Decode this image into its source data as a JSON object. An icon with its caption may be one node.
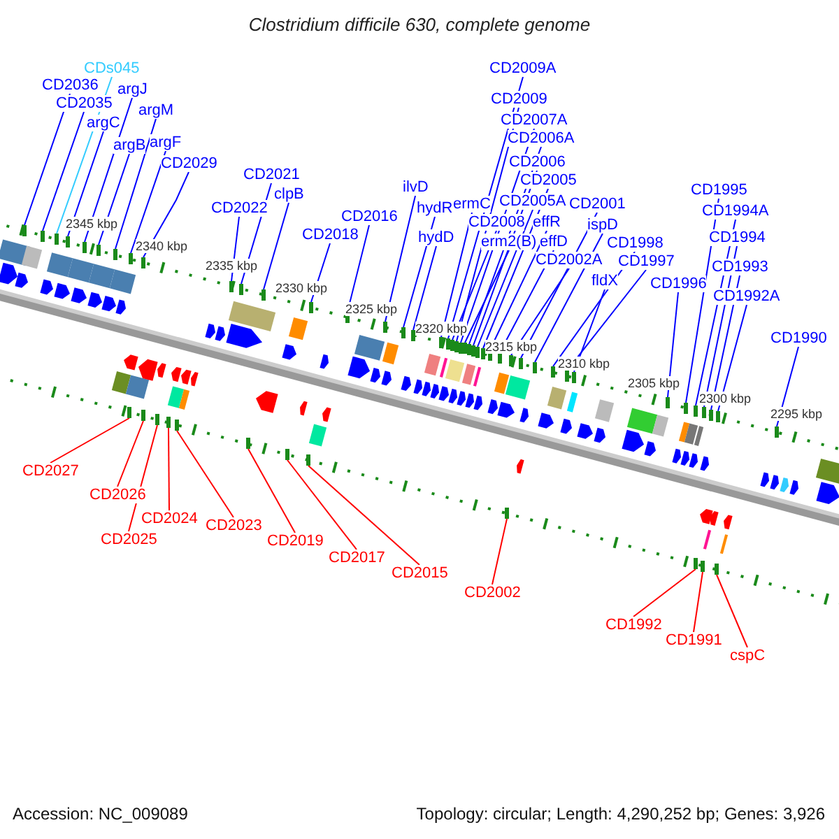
{
  "diagram": {
    "title": "Clostridium difficile 630, complete genome",
    "nodes": [
      {
        "text": [
          "CDs045"
        ]
      },
      {
        "text": [
          "CD2036"
        ]
      },
      {
        "text": [
          "argJ"
        ]
      },
      {
        "text": [
          "CD2035"
        ]
      },
      {
        "text": [
          "argM"
        ]
      },
      {
        "text": [
          "argC"
        ]
      },
      {
        "text": [
          "argF"
        ]
      },
      {
        "text": [
          "argB"
        ]
      },
      {
        "text": [
          "CD2029"
        ]
      },
      {
        "text": [
          "CD2021"
        ]
      },
      {
        "text": [
          "clpB"
        ]
      },
      {
        "text": [
          "CD2022"
        ]
      },
      {
        "text": [
          "CD2016"
        ]
      },
      {
        "text": [
          "CD2018"
        ]
      },
      {
        "text": [
          "CD2009A"
        ]
      },
      {
        "text": [
          "CD2009"
        ]
      },
      {
        "text": [
          "CD2007A"
        ]
      },
      {
        "text": [
          "CD2006A"
        ]
      },
      {
        "text": [
          "CD2006"
        ]
      },
      {
        "text": [
          "CD2005"
        ]
      },
      {
        "text": [
          "ilvD"
        ]
      },
      {
        "text": [
          "hydR"
        ]
      },
      {
        "text": [
          "ermC"
        ]
      },
      {
        "text": [
          "CD2005A"
        ]
      },
      {
        "text": [
          "CD2008"
        ]
      },
      {
        "text": [
          "effR"
        ]
      },
      {
        "text": [
          "CD2001"
        ]
      },
      {
        "text": [
          "ispD"
        ]
      },
      {
        "text": [
          "hydD"
        ]
      },
      {
        "text": [
          "erm2(B)"
        ]
      },
      {
        "text": [
          "effD"
        ]
      },
      {
        "text": [
          "CD2002A"
        ]
      },
      {
        "text": [
          "CD1998"
        ]
      },
      {
        "text": [
          "CD1997"
        ]
      },
      {
        "text": [
          "fldX"
        ]
      },
      {
        "text": [
          "CD1996"
        ]
      },
      {
        "text": [
          "CD1995"
        ]
      },
      {
        "text": [
          "CD1994A"
        ]
      },
      {
        "text": [
          "CD1994"
        ]
      },
      {
        "text": [
          "CD1993"
        ]
      },
      {
        "text": [
          "CD1992A"
        ]
      },
      {
        "text": [
          "CD1990"
        ]
      },
      {
        "text": [
          "CD2027"
        ]
      },
      {
        "text": [
          "CD2026"
        ]
      },
      {
        "text": [
          "CD2024"
        ]
      },
      {
        "text": [
          "CD2025"
        ]
      },
      {
        "text": [
          "CD2023"
        ]
      },
      {
        "text": [
          "CD2019"
        ]
      },
      {
        "text": [
          "CD2017"
        ]
      },
      {
        "text": [
          "CD2015"
        ]
      },
      {
        "text": [
          "CD2002"
        ]
      },
      {
        "text": [
          "CD1992"
        ]
      },
      {
        "text": [
          "CD1991"
        ]
      },
      {
        "text": [
          "cspC"
        ]
      },
      {
        "text": [],
        "shape": "bar"
      },
      {
        "text": [],
        "shape": "bar"
      },
      {
        "text": [],
        "shape": "bar"
      },
      {
        "text": [],
        "shape": "bar"
      },
      {
        "text": [],
        "shape": "bar"
      },
      {
        "text": [],
        "shape": "bar"
      },
      {
        "text": [],
        "shape": "bar"
      },
      {
        "text": [],
        "shape": "bar"
      },
      {
        "text": [],
        "shape": "bar"
      },
      {
        "text": [],
        "shape": "bar"
      },
      {
        "text": [],
        "shape": "bar"
      },
      {
        "text": [],
        "shape": "bar"
      },
      {
        "text": [],
        "shape": "bar"
      },
      {
        "text": [],
        "shape": "bar"
      },
      {
        "text": [],
        "shape": "bar"
      },
      {
        "text": [],
        "shape": "bar"
      },
      {
        "text": [],
        "shape": "bar"
      },
      {
        "text": [],
        "shape": "bar"
      },
      {
        "text": [],
        "shape": "bar"
      },
      {
        "text": [],
        "shape": "bar"
      },
      {
        "text": [],
        "shape": "bar"
      },
      {
        "text": [],
        "shape": "bar"
      },
      {
        "text": [],
        "shape": "bar"
      },
      {
        "text": [],
        "shape": "bar"
      },
      {
        "text": [],
        "shape": "bar"
      },
      {
        "text": [],
        "shape": "bar"
      },
      {
        "text": [],
        "shape": "bar"
      },
      {
        "text": [],
        "shape": "bar"
      },
      {
        "text": [],
        "shape": "bar"
      },
      {
        "text": [],
        "shape": "bar"
      },
      {
        "text": [],
        "shape": "bar"
      },
      {
        "text": [],
        "shape": "bar"
      },
      {
        "text": [],
        "shape": "bar"
      },
      {
        "text": [],
        "shape": "bar"
      },
      {
        "text": [],
        "shape": "bar"
      },
      {
        "text": [],
        "shape": "bar"
      },
      {
        "text": [],
        "shape": "bar"
      },
      {
        "text": [],
        "shape": "bar"
      },
      {
        "text": [],
        "shape": "bar"
      },
      {
        "text": [],
        "shape": "bar"
      },
      {
        "text": [],
        "shape": "bar"
      },
      {
        "text": [],
        "shape": "bar"
      },
      {
        "text": [],
        "shape": "bar"
      },
      {
        "text": [],
        "shape": "bar"
      },
      {
        "text": [],
        "shape": "bar"
      },
      {
        "text": [],
        "shape": "bar"
      },
      {
        "text": [],
        "shape": "bar"
      },
      {
        "text": [],
        "shape": "bar"
      },
      {
        "text": [],
        "shape": "bar"
      },
      {
        "text": [],
        "shape": "bar"
      },
      {
        "text": [],
        "shape": "bar"
      },
      {
        "text": [],
        "shape": "bar"
      },
      {
        "text": [],
        "shape": "bar"
      },
      {
        "text": [],
        "shape": "bar"
      }
    ],
    "edges": [
      {
        "from": 0,
        "to": 56,
        "arrow": "none",
        "color": "#33ccff"
      },
      {
        "from": 1,
        "to": 54,
        "arrow": "none"
      },
      {
        "from": 2,
        "to": 58,
        "arrow": "none"
      },
      {
        "from": 3,
        "to": 55,
        "arrow": "none"
      },
      {
        "from": 4,
        "to": 60,
        "arrow": "none"
      },
      {
        "from": 5,
        "to": 57,
        "arrow": "none"
      },
      {
        "from": 6,
        "to": 61,
        "arrow": "none"
      },
      {
        "from": 7,
        "to": 59,
        "arrow": "none"
      },
      {
        "from": 8,
        "to": 62,
        "arrow": "none"
      },
      {
        "from": 9,
        "to": 64,
        "arrow": "none"
      },
      {
        "from": 10,
        "to": 65,
        "arrow": "none"
      },
      {
        "from": 11,
        "to": 63,
        "arrow": "none"
      },
      {
        "from": 12,
        "to": 67,
        "arrow": "none"
      },
      {
        "from": 13,
        "to": 66,
        "arrow": "none"
      },
      {
        "from": 14,
        "to": 72,
        "arrow": "none"
      },
      {
        "from": 15,
        "to": 74,
        "arrow": "none"
      },
      {
        "from": 16,
        "to": 75,
        "arrow": "none"
      },
      {
        "from": 17,
        "to": 77,
        "arrow": "none"
      },
      {
        "from": 18,
        "to": 78,
        "arrow": "none"
      },
      {
        "from": 19,
        "to": 80,
        "arrow": "none"
      },
      {
        "from": 20,
        "to": 68,
        "arrow": "none"
      },
      {
        "from": 21,
        "to": 69,
        "arrow": "none"
      },
      {
        "from": 22,
        "to": 71,
        "arrow": "none"
      },
      {
        "from": 23,
        "to": 79,
        "arrow": "none"
      },
      {
        "from": 24,
        "to": 73,
        "arrow": "none"
      },
      {
        "from": 25,
        "to": 81,
        "arrow": "none"
      },
      {
        "from": 26,
        "to": 84,
        "arrow": "none"
      },
      {
        "from": 27,
        "to": 85,
        "arrow": "none"
      },
      {
        "from": 28,
        "to": 70,
        "arrow": "none"
      },
      {
        "from": 29,
        "to": 76,
        "arrow": "none"
      },
      {
        "from": 30,
        "to": 82,
        "arrow": "none"
      },
      {
        "from": 31,
        "to": 83,
        "arrow": "none"
      },
      {
        "from": 32,
        "to": 86,
        "arrow": "none"
      },
      {
        "from": 33,
        "to": 87,
        "arrow": "none"
      },
      {
        "from": 34,
        "to": 88,
        "arrow": "none"
      },
      {
        "from": 35,
        "to": 89,
        "arrow": "none"
      },
      {
        "from": 36,
        "to": 90,
        "arrow": "none"
      },
      {
        "from": 37,
        "to": 91,
        "arrow": "none"
      },
      {
        "from": 38,
        "to": 92,
        "arrow": "none"
      },
      {
        "from": 39,
        "to": 93,
        "arrow": "none"
      },
      {
        "from": 40,
        "to": 94,
        "arrow": "none"
      },
      {
        "from": 41,
        "to": 95,
        "arrow": "none"
      },
      {
        "from": 42,
        "to": 96,
        "arrow": "none",
        "color": "#ff0000"
      },
      {
        "from": 43,
        "to": 97,
        "arrow": "none",
        "color": "#ff0000"
      },
      {
        "from": 44,
        "to": 99,
        "arrow": "none",
        "color": "#ff0000"
      },
      {
        "from": 45,
        "to": 98,
        "arrow": "none",
        "color": "#ff0000"
      },
      {
        "from": 46,
        "to": 100,
        "arrow": "none",
        "color": "#ff0000"
      },
      {
        "from": 47,
        "to": 101,
        "arrow": "none",
        "color": "#ff0000"
      },
      {
        "from": 48,
        "to": 102,
        "arrow": "none",
        "color": "#ff0000"
      },
      {
        "from": 49,
        "to": 103,
        "arrow": "none",
        "color": "#ff0000"
      },
      {
        "from": 50,
        "to": 104,
        "arrow": "none",
        "color": "#ff0000"
      },
      {
        "from": 51,
        "to": 105,
        "arrow": "none",
        "color": "#ff0000"
      },
      {
        "from": 52,
        "to": 106,
        "arrow": "none",
        "color": "#ff0000"
      },
      {
        "from": 53,
        "to": 107,
        "arrow": "none",
        "color": "#ff0000"
      }
    ],
    "labels": [
      "2345 kbp",
      "2340 kbp",
      "2335 kbp",
      "2330 kbp",
      "2325 kbp",
      "2320 kbp",
      "2315 kbp",
      "2310 kbp",
      "2305 kbp",
      "2300 kbp",
      "2295 kbp",
      "Accession: NC_009089",
      "Topology: circular; Length: 4,290,252 bp; Genes: 3,926"
    ]
  }
}
